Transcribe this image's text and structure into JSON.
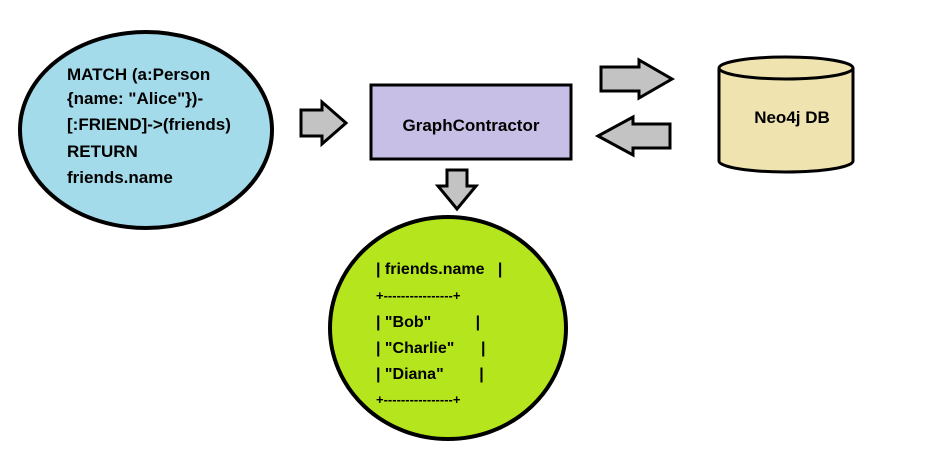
{
  "query": {
    "lines": [
      "MATCH (a:Person",
      "{name: \"Alice\"})-",
      "[:FRIEND]->(friends)",
      "RETURN",
      "friends.name"
    ],
    "fill": "#a4dbea"
  },
  "contractor": {
    "label": "GraphContractor",
    "fill": "#c8bfe6"
  },
  "database": {
    "label": "Neo4j DB",
    "fill": "#efe4b0"
  },
  "result": {
    "lines": [
      "| friends.name   |",
      "+----------------+",
      "| \"Bob\"          |",
      "| \"Charlie\"      |",
      "| \"Diana\"        |",
      "+----------------+"
    ],
    "fill": "#b5e61d"
  },
  "arrows": {
    "fill": "#c3c3c3",
    "stroke": "#000000"
  }
}
